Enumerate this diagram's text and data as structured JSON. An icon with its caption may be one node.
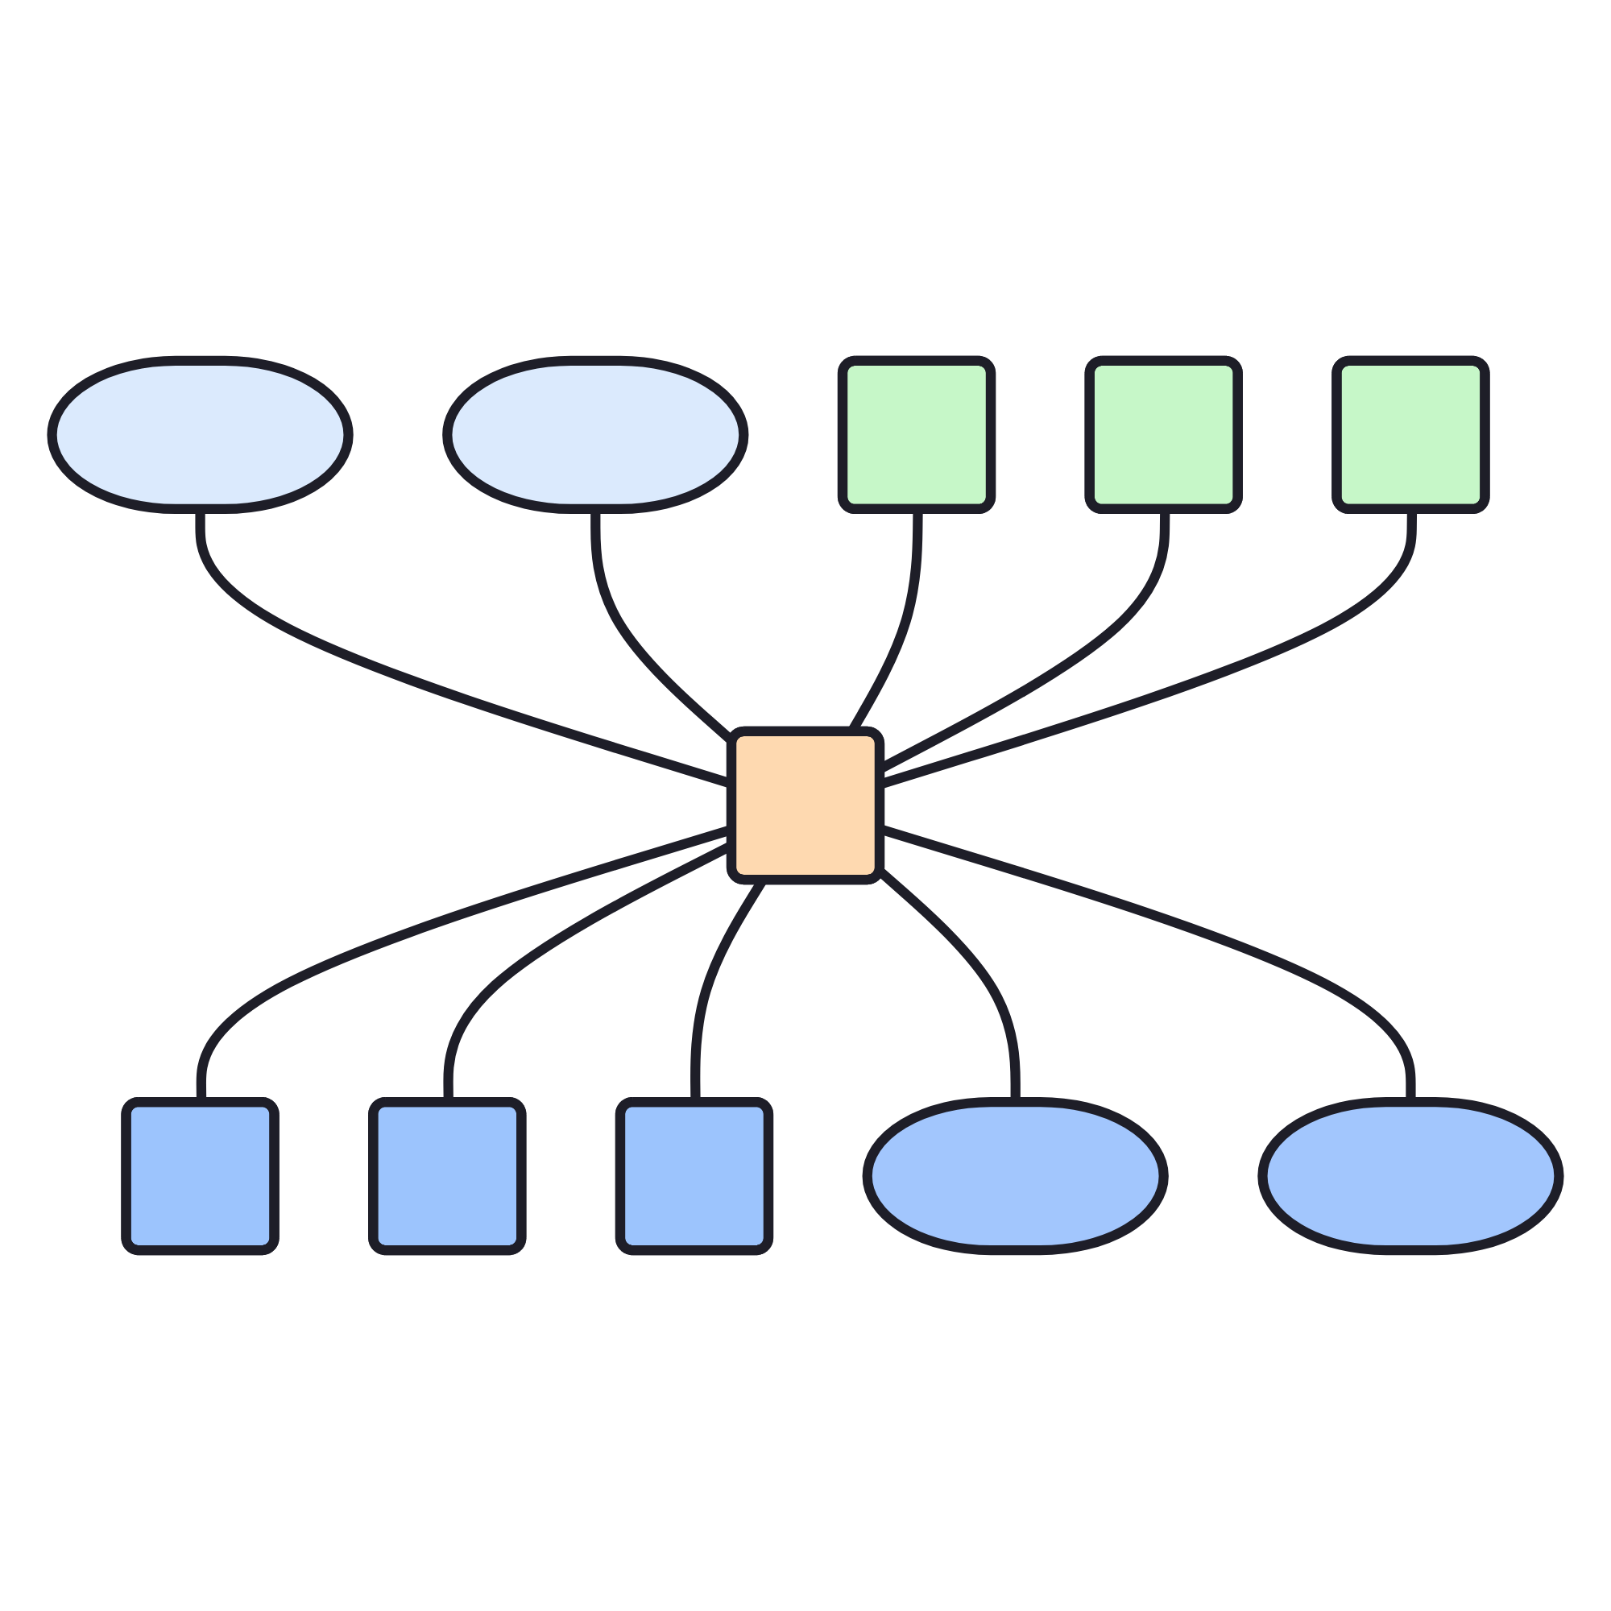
{
  "diagram": {
    "nodes": [
      {
        "text": [],
        "shape": "pill"
      },
      {
        "text": [],
        "shape": "pill"
      },
      {
        "text": [],
        "shape": "box"
      },
      {
        "text": [],
        "shape": "box"
      },
      {
        "text": [],
        "shape": "box"
      },
      {
        "text": [],
        "shape": "box"
      },
      {
        "text": [],
        "shape": "box"
      },
      {
        "text": [],
        "shape": "box"
      },
      {
        "text": [],
        "shape": "box"
      },
      {
        "text": [],
        "shape": "pill"
      },
      {
        "text": [],
        "shape": "pill"
      }
    ],
    "edges": [
      {
        "from": 0,
        "to": 5,
        "arrow": "none"
      },
      {
        "from": 1,
        "to": 5,
        "arrow": "none"
      },
      {
        "from": 2,
        "to": 5,
        "arrow": "none"
      },
      {
        "from": 5,
        "to": 3,
        "arrow": "none"
      },
      {
        "from": 4,
        "to": 5,
        "arrow": "none"
      },
      {
        "from": 5,
        "to": 6,
        "arrow": "none"
      },
      {
        "from": 7,
        "to": 5,
        "arrow": "none"
      },
      {
        "from": 5,
        "to": 8,
        "arrow": "none"
      },
      {
        "from": 5,
        "to": 9,
        "arrow": "none"
      },
      {
        "from": 5,
        "to": 10,
        "arrow": "none"
      }
    ]
  }
}
